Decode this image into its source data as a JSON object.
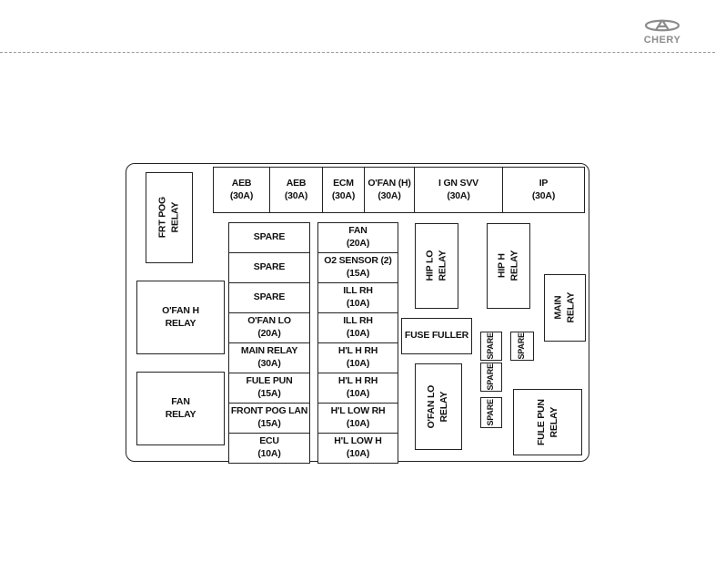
{
  "brand": {
    "name": "CHERY"
  },
  "fuse_box": {
    "top_fuses": [
      {
        "name": "AEB",
        "rating": "(30A)"
      },
      {
        "name": "AEB",
        "rating": "(30A)"
      },
      {
        "name": "ECM",
        "rating": "(30A)"
      },
      {
        "name": "O'FAN (H)",
        "rating": "(30A)"
      },
      {
        "name": "I GN SVV",
        "rating": "(30A)"
      },
      {
        "name": "IP",
        "rating": "(30A)"
      }
    ],
    "left_column": [
      "SPARE",
      "SPARE",
      "SPARE",
      "O'FAN LO\n(20A)",
      "MAIN RELAY\n(30A)",
      "FULE PUN\n(15A)",
      "FRONT POG LAN\n(15A)",
      "ECU\n(10A)"
    ],
    "right_column": [
      "FAN\n(20A)",
      "O2 SENSOR (2)\n(15A)",
      "ILL RH\n(10A)",
      "ILL RH\n(10A)",
      "H'L H RH\n(10A)",
      "H'L H RH\n(10A)",
      "H'L LOW RH\n(10A)",
      "H'L LOW H\n(10A)"
    ],
    "relays": {
      "frt_pog": "FRT POG RELAY",
      "ofan_h": "O'FAN H\nRELAY",
      "fan": "FAN\nRELAY",
      "hip_lo": "HIP LO RELAY",
      "hip_h": "HIP H RELAY",
      "main": "MAIN RELAY",
      "ofan_lo": "O'FAN LO\nRELAY",
      "fule_pun": "FULE PUN\nRELAY"
    },
    "fuse_puller": "FUSE FULLER",
    "spares": [
      "SPARE",
      "SPARE",
      "SPARE",
      "SPARE"
    ]
  }
}
